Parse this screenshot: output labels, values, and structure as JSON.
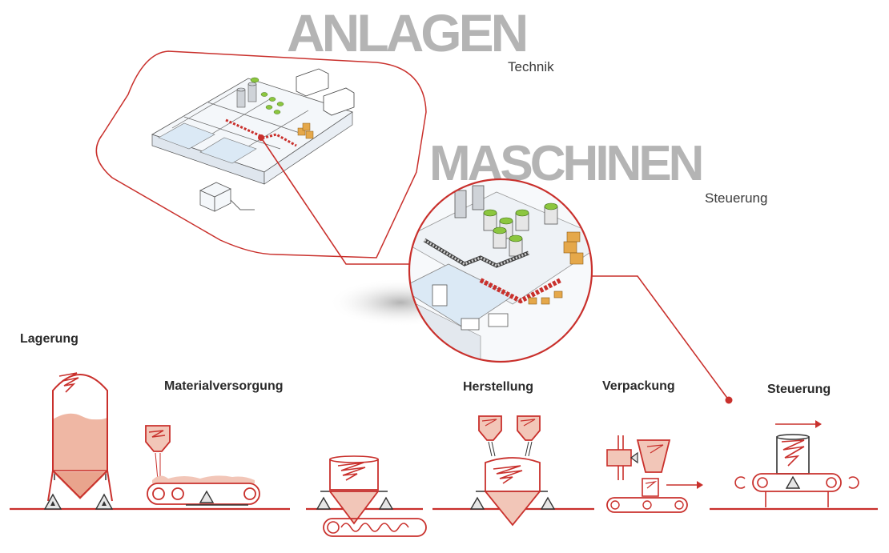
{
  "headings": {
    "anlagen": "ANLAGEN",
    "anlagen_sub": "Technik",
    "maschinen": "MASCHINEN",
    "maschinen_sub": "Steuerung"
  },
  "stages": {
    "lagerung": "Lagerung",
    "materialversorgung": "Materialversorgung",
    "herstellung": "Herstellung",
    "verpackung": "Verpackung",
    "steuerung": "Steuerung"
  },
  "colors": {
    "accent": "#c9302c",
    "fill": "#f2c6b8",
    "gray_text": "#b4b4b4",
    "outline": "#333333"
  }
}
